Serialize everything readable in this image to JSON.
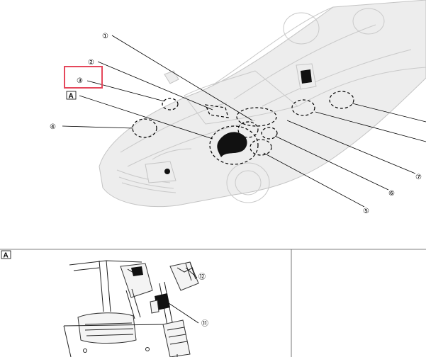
{
  "callouts": {
    "c1": "①",
    "c2": "②",
    "c3": "③",
    "c4": "④",
    "c5": "⑤",
    "c6": "⑥",
    "c7": "⑦",
    "c11": "⑪",
    "c12": "⑫"
  },
  "view_label": "A",
  "highlight_color": "#e5475b"
}
